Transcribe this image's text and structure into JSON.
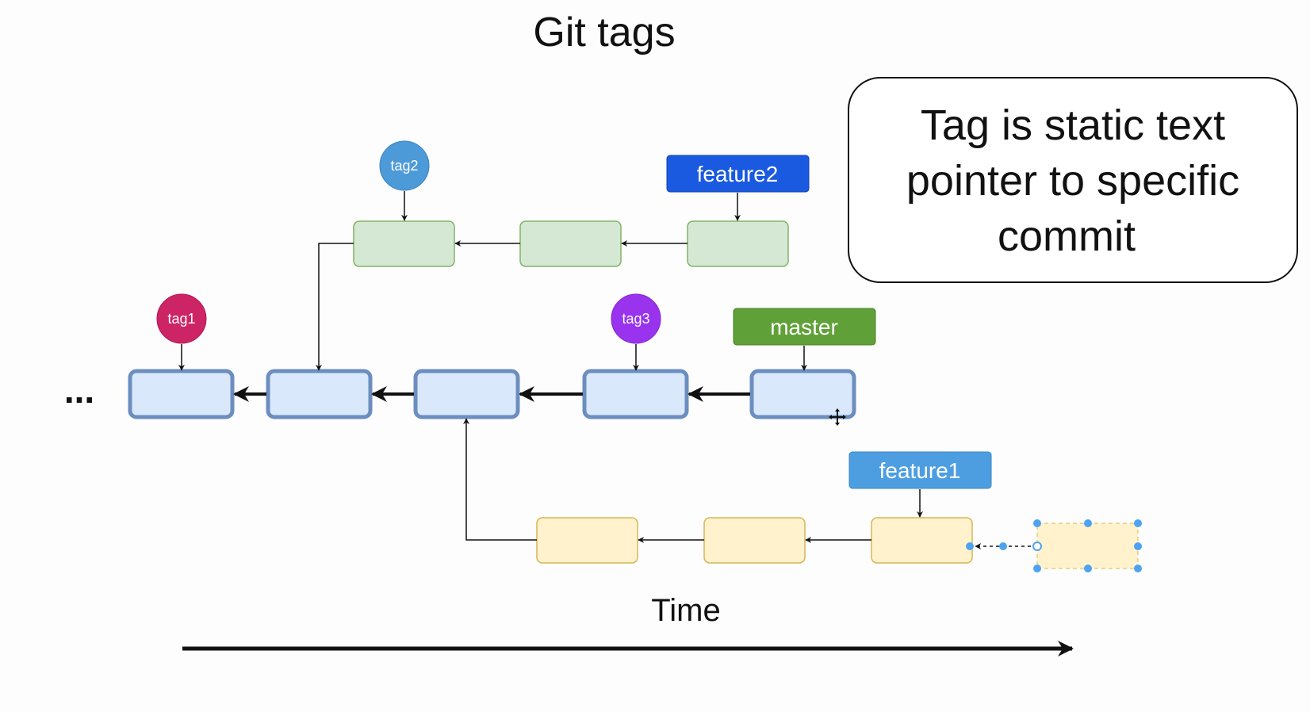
{
  "title": "Git tags",
  "note": {
    "lines": [
      "Tag is static text",
      "pointer to specific",
      "commit"
    ]
  },
  "time_label": "Time",
  "ellipsis": "...",
  "tags": {
    "tag1": "tag1",
    "tag2": "tag2",
    "tag3": "tag3"
  },
  "branches": {
    "feature2": "feature2",
    "master": "master",
    "feature1": "feature1"
  },
  "colors": {
    "master_commit_fill": "#dae8fc",
    "master_commit_stroke": "#6c8ebf",
    "feature2_commit_fill": "#d5e8d4",
    "feature2_commit_stroke": "#82b366",
    "feature1_commit_fill": "#fff2cc",
    "feature1_commit_stroke": "#d6b656",
    "tag1": "#cc2465",
    "tag2": "#4d9ad8",
    "tag3": "#9933ee",
    "feature2_label": "#1a5ae0",
    "master_label": "#60a038",
    "feature1_label": "#4d9ee0",
    "selection": "#4da3f0"
  }
}
